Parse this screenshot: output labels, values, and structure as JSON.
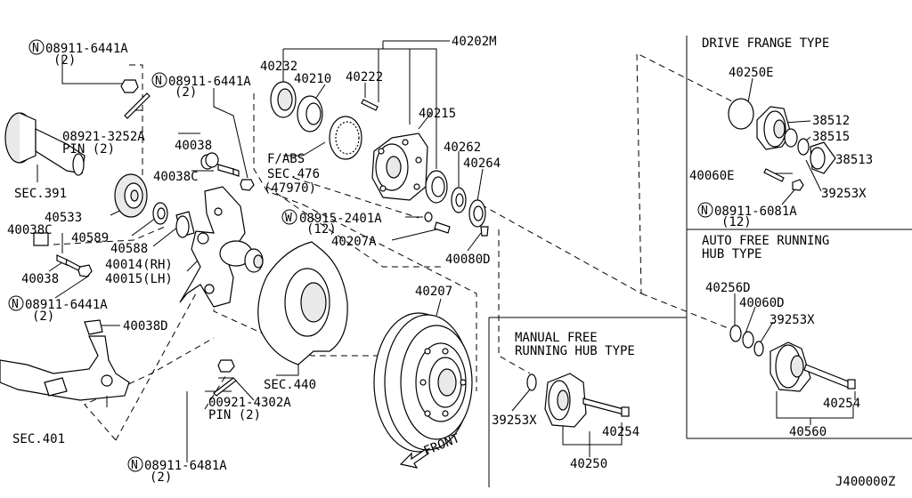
{
  "labels": {
    "n1_code": "08911-6441A",
    "n1_qty": "(2)",
    "pin1_code": "08921-3252A",
    "pin1_qty": "PIN (2)",
    "sec391": "SEC.391",
    "p40533": "40533",
    "p40589": "40589",
    "p40588": "40588",
    "p40038c_a": "40038C",
    "p40038_a": "40038",
    "n3_code": "08911-6441A",
    "n3_qty": "(2)",
    "p40038d": "40038D",
    "sec401": "SEC.401",
    "p40014": "40014(RH)",
    "p40015": "40015(LH)",
    "p40038_b": "40038",
    "p40038c_b": "40038C",
    "n2_code": "08911-6441A",
    "n2_qty": "(2)",
    "p40232": "40232",
    "p40210": "40210",
    "p40222": "40222",
    "p40202m": "40202M",
    "p40215": "40215",
    "fabs1": "F/ABS",
    "fabs2": "SEC.476",
    "fabs3": "(47970)",
    "p40262": "40262",
    "p40264": "40264",
    "w_code": "08915-2401A",
    "w_qty": "(12)",
    "p40207a": "40207A",
    "p40080d": "40080D",
    "p40207": "40207",
    "sec440": "SEC.440",
    "pin2_code": "00921-4302A",
    "pin2_qty": "PIN (2)",
    "n4_code": "08911-6481A",
    "n4_qty": "(2)",
    "front": "FRONT",
    "manual_title1": "MANUAL FREE",
    "manual_title2": "RUNNING HUB TYPE",
    "p39253x_m": "39253X",
    "p40254_m": "40254",
    "p40250": "40250",
    "drive_title": "DRIVE FRANGE TYPE",
    "p40250e": "40250E",
    "p38512": "38512",
    "p38515": "38515",
    "p38513": "38513",
    "p40060e": "40060E",
    "p39253x_d": "39253X",
    "n5_code": "08911-6081A",
    "n5_qty": "(12)",
    "auto_title1": "AUTO FREE RUNNING",
    "auto_title2": "HUB TYPE",
    "p40256d": "40256D",
    "p40060d": "40060D",
    "p39253x_a": "39253X",
    "p40254_a": "40254",
    "p40560": "40560",
    "diagram_id": "J400000Z",
    "n_symbol": "N",
    "w_symbol": "W"
  }
}
